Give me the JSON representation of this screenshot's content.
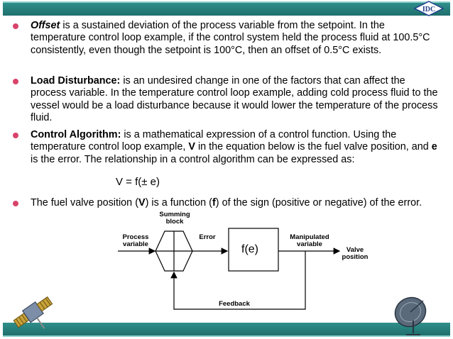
{
  "header": {
    "logo_text": "IDC"
  },
  "bullets": [
    {
      "term": "Offset",
      "rest": " is a sustained deviation of the process variable from the setpoint. In the temperature control loop example, if the control system held the process fluid at 100.5°C consistently, even though the setpoint is 100°C, then an offset of 0.5°C exists."
    },
    {
      "term": "Load Disturbance:",
      "rest": " is an undesired change in one of the factors that can affect the process variable. In the temperature control loop example, adding cold process fluid to the vessel would be a load disturbance because it would lower the temperature of the process fluid."
    },
    {
      "term": "Control Algorithm:",
      "rest_a": " is a mathematical expression of a control function. Using the temperature control loop example, ",
      "v": "V",
      "rest_b": " in the equation below is the fuel valve position, and ",
      "e": "e",
      "rest_c": " is the error. The relationship in a control algorithm can be expressed as:"
    },
    {
      "part_a": "The fuel valve position (",
      "v": "V",
      "part_b": ") is a function (",
      "f": "f",
      "part_c": ") of the sign (positive or negative) of the error."
    }
  ],
  "equation": "V = f(± e)",
  "diagram": {
    "process_variable": [
      "Process",
      "variable"
    ],
    "summing_block": [
      "Summing",
      "block"
    ],
    "error": "Error",
    "function": "f(e)",
    "manipulated_variable": [
      "Manipulated",
      "variable"
    ],
    "valve_position": [
      "Valve",
      "position"
    ],
    "feedback": "Feedback"
  },
  "colors": {
    "accent": "#2a8682",
    "bullet": "#d8436a"
  }
}
